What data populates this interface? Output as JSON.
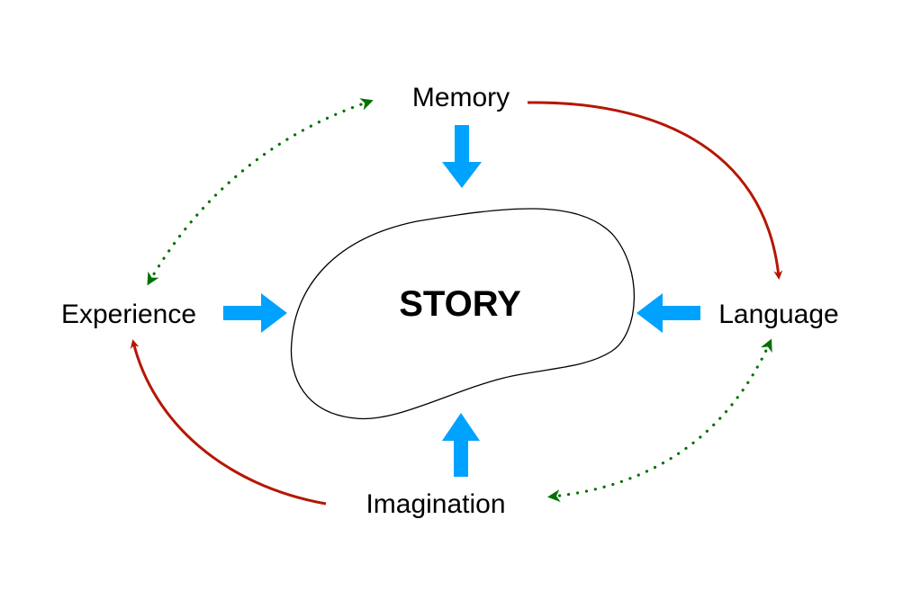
{
  "diagram": {
    "center": {
      "label": "STORY"
    },
    "nodes": {
      "memory": {
        "label": "Memory"
      },
      "language": {
        "label": "Language"
      },
      "imagination": {
        "label": "Imagination"
      },
      "experience": {
        "label": "Experience"
      }
    },
    "edges": [
      {
        "from": "Memory",
        "to": "STORY",
        "style": "block-arrow"
      },
      {
        "from": "Language",
        "to": "STORY",
        "style": "block-arrow"
      },
      {
        "from": "Imagination",
        "to": "STORY",
        "style": "block-arrow"
      },
      {
        "from": "Experience",
        "to": "STORY",
        "style": "block-arrow"
      },
      {
        "from": "Memory",
        "to": "Language",
        "style": "solid-curve"
      },
      {
        "from": "Imagination",
        "to": "Experience",
        "style": "solid-curve"
      },
      {
        "from": "Experience",
        "to": "Memory",
        "style": "dotted-bidirectional"
      },
      {
        "from": "Language",
        "to": "Imagination",
        "style": "dotted-bidirectional"
      }
    ],
    "colors": {
      "block_arrow": "#00a2ff",
      "solid_curve": "#b51700",
      "dotted_curve": "#017100",
      "outline": "#000000"
    }
  }
}
